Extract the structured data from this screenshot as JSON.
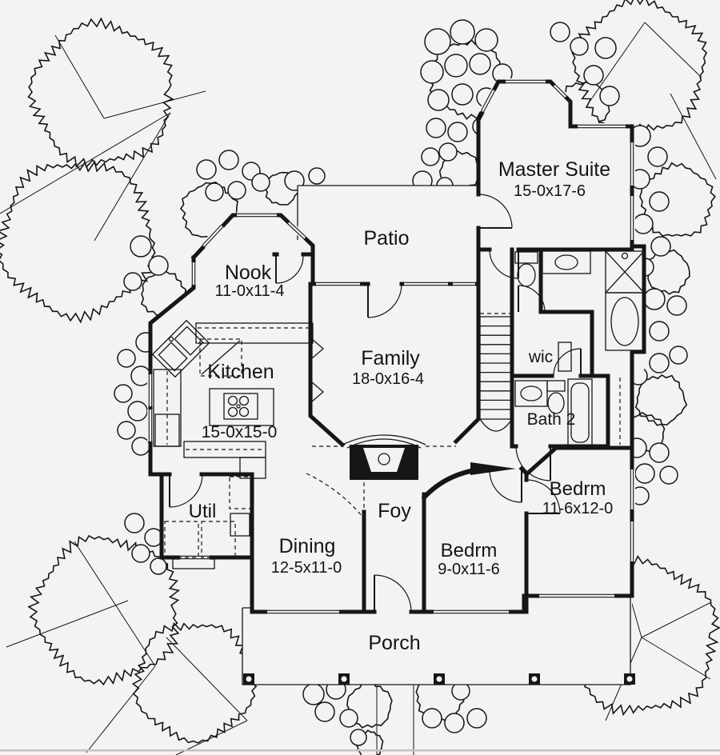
{
  "meta": {
    "description": "Single-story house floor plan, black-ink architectural drawing with surrounding trees and shrubs"
  },
  "colors": {
    "ink": "#161616",
    "paper": "#f3f3f1",
    "soft_line": "#c2c2c2"
  },
  "rooms": {
    "master": {
      "name": "Master Suite",
      "dims": "15-0x17-6"
    },
    "patio": {
      "name": "Patio"
    },
    "nook": {
      "name": "Nook",
      "dims": "11-0x11-4"
    },
    "kitchen": {
      "name": "Kitchen",
      "dims": "15-0x15-0"
    },
    "family": {
      "name": "Family",
      "dims": "18-0x16-4"
    },
    "wic": {
      "name": "wic"
    },
    "bath2": {
      "name": "Bath 2"
    },
    "util": {
      "name": "Util"
    },
    "dining": {
      "name": "Dining",
      "dims": "12-5x11-0"
    },
    "foyer": {
      "name": "Foy"
    },
    "bedroom_front": {
      "name": "Bedrm",
      "dims": "9-0x11-6"
    },
    "bedroom_right": {
      "name": "Bedrm",
      "dims": "11-6x12-0"
    },
    "porch": {
      "name": "Porch"
    }
  },
  "landscape": {
    "trees": [
      [
        128,
        118,
        86
      ],
      [
        96,
        298,
        94
      ],
      [
        585,
        98,
        46
      ],
      [
        800,
        84,
        80
      ],
      [
        846,
        252,
        44
      ],
      [
        262,
        264,
        34
      ],
      [
        204,
        368,
        27
      ],
      [
        575,
        214,
        24
      ],
      [
        730,
        133,
        30
      ],
      [
        712,
        190,
        21
      ],
      [
        835,
        340,
        26
      ],
      [
        826,
        500,
        30
      ],
      [
        806,
        542,
        24
      ],
      [
        134,
        762,
        88
      ],
      [
        243,
        852,
        72
      ],
      [
        802,
        797,
        92
      ],
      [
        462,
        882,
        27
      ],
      [
        550,
        871,
        29
      ],
      [
        462,
        931,
        16
      ],
      [
        352,
        236,
        20
      ]
    ],
    "bushes": [
      [
        547,
        52,
        16
      ],
      [
        578,
        40,
        15
      ],
      [
        608,
        50,
        14
      ],
      [
        540,
        90,
        14
      ],
      [
        570,
        82,
        14
      ],
      [
        600,
        80,
        13
      ],
      [
        628,
        92,
        12
      ],
      [
        548,
        125,
        13
      ],
      [
        578,
        118,
        13
      ],
      [
        608,
        122,
        12
      ],
      [
        545,
        160,
        12
      ],
      [
        572,
        165,
        12
      ],
      [
        602,
        158,
        11
      ],
      [
        632,
        130,
        11
      ],
      [
        538,
        196,
        11
      ],
      [
        560,
        190,
        11
      ],
      [
        368,
        226,
        12
      ],
      [
        396,
        220,
        10
      ],
      [
        528,
        226,
        12
      ],
      [
        556,
        232,
        10
      ],
      [
        700,
        40,
        12
      ],
      [
        724,
        58,
        11
      ],
      [
        757,
        60,
        13
      ],
      [
        742,
        94,
        12
      ],
      [
        762,
        120,
        12
      ],
      [
        800,
        170,
        13
      ],
      [
        822,
        196,
        12
      ],
      [
        800,
        224,
        12
      ],
      [
        824,
        252,
        12
      ],
      [
        804,
        280,
        12
      ],
      [
        826,
        308,
        12
      ],
      [
        806,
        334,
        11
      ],
      [
        818,
        374,
        13
      ],
      [
        846,
        382,
        12
      ],
      [
        824,
        414,
        12
      ],
      [
        848,
        444,
        11
      ],
      [
        824,
        454,
        12
      ],
      [
        798,
        470,
        11
      ],
      [
        796,
        560,
        12
      ],
      [
        824,
        566,
        12
      ],
      [
        806,
        592,
        12
      ],
      [
        836,
        594,
        11
      ],
      [
        800,
        620,
        11
      ],
      [
        176,
        308,
        13
      ],
      [
        198,
        332,
        12
      ],
      [
        166,
        352,
        11
      ],
      [
        182,
        428,
        12
      ],
      [
        158,
        448,
        11
      ],
      [
        176,
        470,
        12
      ],
      [
        154,
        492,
        11
      ],
      [
        172,
        514,
        12
      ],
      [
        158,
        538,
        11
      ],
      [
        176,
        558,
        11
      ],
      [
        258,
        212,
        12
      ],
      [
        286,
        200,
        12
      ],
      [
        314,
        214,
        11
      ],
      [
        268,
        240,
        11
      ],
      [
        296,
        238,
        11
      ],
      [
        326,
        228,
        11
      ],
      [
        168,
        654,
        12
      ],
      [
        192,
        672,
        11
      ],
      [
        176,
        692,
        11
      ],
      [
        198,
        708,
        10
      ],
      [
        392,
        868,
        13
      ],
      [
        420,
        862,
        12
      ],
      [
        406,
        890,
        12
      ],
      [
        436,
        898,
        11
      ],
      [
        448,
        922,
        10
      ],
      [
        540,
        898,
        12
      ],
      [
        568,
        904,
        12
      ],
      [
        596,
        898,
        12
      ],
      [
        576,
        864,
        11
      ],
      [
        692,
        750,
        12
      ],
      [
        682,
        772,
        11
      ],
      [
        702,
        788,
        11
      ],
      [
        718,
        748,
        11
      ],
      [
        740,
        756,
        12
      ],
      [
        724,
        772,
        11
      ]
    ],
    "branches": [
      [
        69,
        44,
        130,
        148
      ],
      [
        130,
        148,
        257,
        114
      ],
      [
        213,
        141,
        118,
        301
      ],
      [
        0,
        267,
        213,
        141
      ],
      [
        737,
        127,
        806,
        28
      ],
      [
        806,
        28,
        877,
        97
      ],
      [
        838,
        117,
        895,
        224
      ],
      [
        802,
        797,
        786,
        741
      ],
      [
        802,
        797,
        889,
        753
      ],
      [
        802,
        797,
        888,
        849
      ],
      [
        802,
        797,
        757,
        901
      ],
      [
        93,
        677,
        194,
        833
      ],
      [
        8,
        809,
        160,
        751
      ],
      [
        194,
        833,
        108,
        941
      ],
      [
        208,
        797,
        309,
        901
      ],
      [
        309,
        901,
        220,
        944
      ]
    ],
    "walkway": [
      [
        471,
        856,
        471,
        944
      ],
      [
        517,
        856,
        517,
        944
      ]
    ]
  }
}
